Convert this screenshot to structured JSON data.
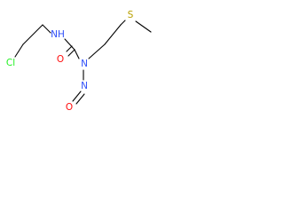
{
  "colors": {
    "bond": "#000000",
    "carbon_label": "#000000",
    "nitrogen": "#3050f8",
    "oxygen": "#ff0d0d",
    "chlorine": "#1ff01f",
    "sulfur": "#b8a000",
    "background": "#ffffff"
  },
  "atoms": {
    "cl": "Cl",
    "nh": "NH",
    "o_carbonyl": "O",
    "n_urea": "N",
    "n_nitroso": "N",
    "o_nitroso": "O",
    "s": "S"
  }
}
